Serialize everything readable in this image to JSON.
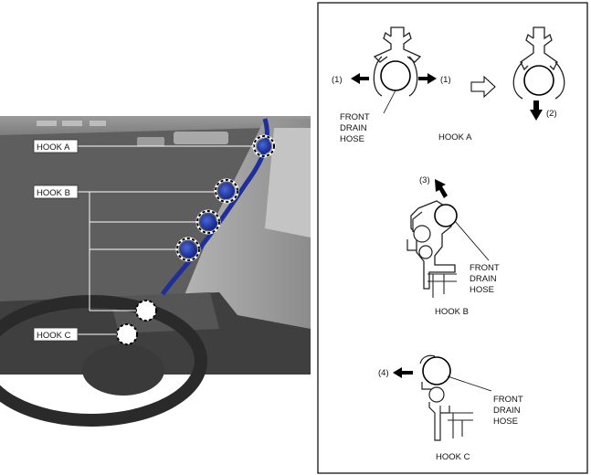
{
  "photo": {
    "callouts": [
      {
        "id": "hook-a",
        "label": "HOOK A"
      },
      {
        "id": "hook-b",
        "label": "HOOK B"
      },
      {
        "id": "hook-c",
        "label": "HOOK C"
      }
    ]
  },
  "panel": {
    "hook_a": {
      "title": "HOOK A",
      "arrow_left_label": "(1)",
      "arrow_right_label": "(1)",
      "arrow_down_label": "(2)",
      "hose_label": [
        "FRONT",
        "DRAIN",
        "HOSE"
      ]
    },
    "hook_b": {
      "title": "HOOK B",
      "arrow_label": "(3)",
      "hose_label": [
        "FRONT",
        "DRAIN",
        "HOSE"
      ]
    },
    "hook_c": {
      "title": "HOOK C",
      "arrow_label": "(4)",
      "hose_label": [
        "FRONT",
        "DRAIN",
        "HOSE"
      ]
    }
  },
  "colors": {
    "hose_blue": "#1f2f9a",
    "interior_gray": "#8a8a8a",
    "arrow_black": "#000000"
  }
}
